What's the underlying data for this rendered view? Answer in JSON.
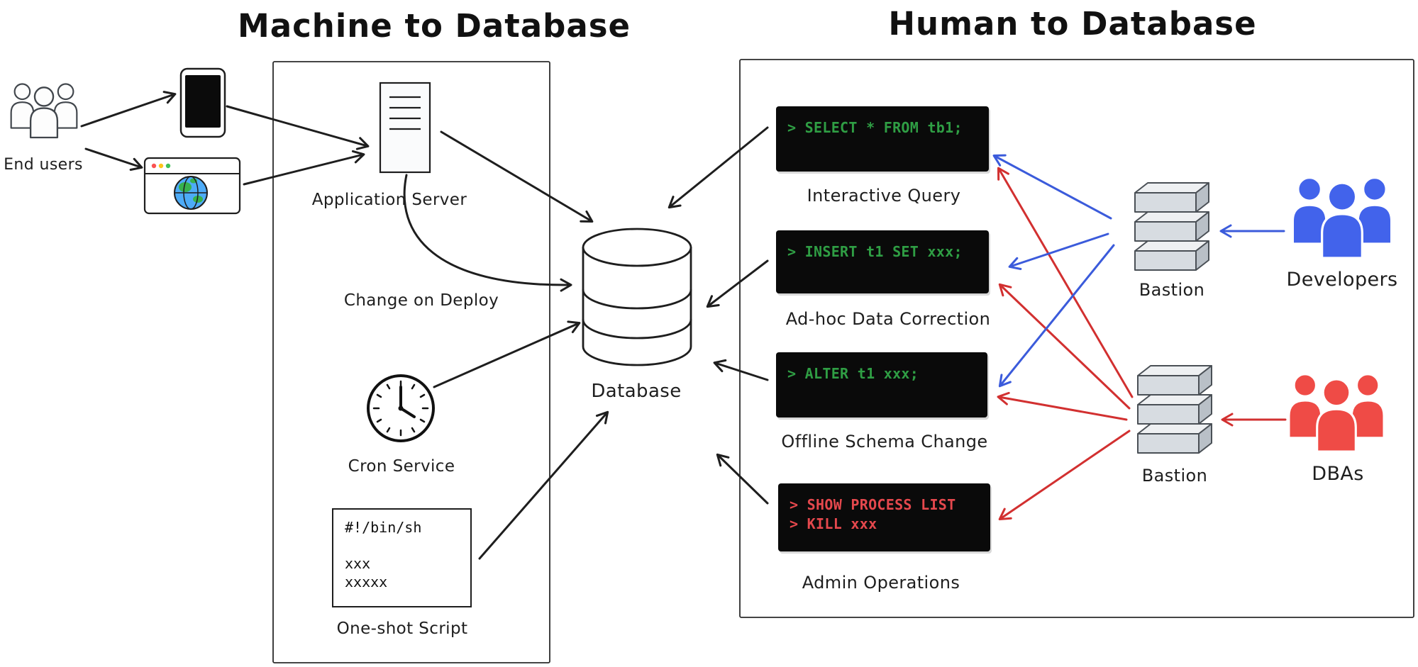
{
  "diagram": {
    "titles": {
      "machine": "Machine to Database",
      "human": "Human to Database"
    },
    "labels": {
      "end_users": "End users",
      "application_server": "Application Server",
      "change_on_deploy": "Change on Deploy",
      "cron_service": "Cron Service",
      "one_shot_script": "One-shot Script",
      "database": "Database",
      "bastion_dev": "Bastion",
      "bastion_dba": "Bastion",
      "developers": "Developers",
      "dbas": "DBAs"
    },
    "terminals": [
      {
        "id": "interactive-query",
        "label": "Interactive Query",
        "lines": [
          "> SELECT * FROM tb1;"
        ]
      },
      {
        "id": "adhoc-data-correction",
        "label": "Ad-hoc Data Correction",
        "lines": [
          "> INSERT t1 SET xxx;"
        ]
      },
      {
        "id": "offline-schema-change",
        "label": "Offline Schema Change",
        "lines": [
          "> ALTER t1 xxx;"
        ]
      },
      {
        "id": "admin-operations",
        "label": "Admin Operations",
        "lines": [
          "> SHOW PROCESS LIST",
          "> KILL xxx"
        ]
      }
    ],
    "script": {
      "lines": [
        "#!/bin/sh",
        "xxx",
        "xxxxx"
      ]
    },
    "colors": {
      "stroke": "#1e1e1e",
      "developer_blue": "#4263eb",
      "arrow_blue": "#3b5bdb",
      "dba_red": "#ef4b46",
      "arrow_red": "#d23030",
      "terminal_bg": "#0a0a0a",
      "terminal_green": "#2f9e44",
      "terminal_red": "#e5484d",
      "server_gray": "#d7dce1"
    }
  }
}
